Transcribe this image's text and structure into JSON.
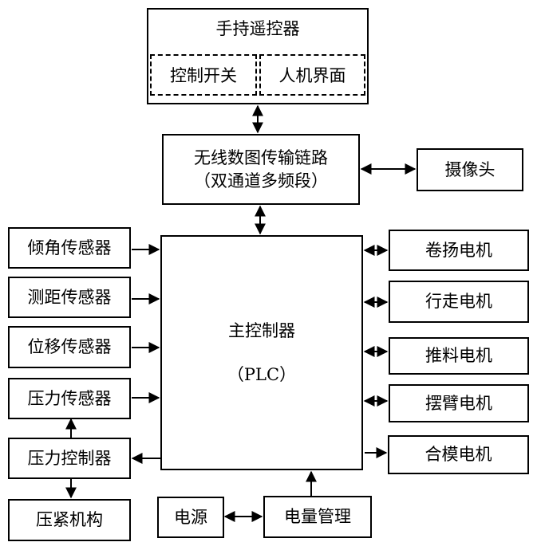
{
  "remote": {
    "title": "手持遥控器",
    "switch_label": "控制开关",
    "hmi_label": "人机界面"
  },
  "wireless": {
    "line1": "无线数图传输链路",
    "line2": "（双通道多频段）"
  },
  "camera": "摄像头",
  "sensors": {
    "tilt": "倾角传感器",
    "distance": "测距传感器",
    "displacement": "位移传感器",
    "pressure": "压力传感器"
  },
  "pressure_controller": "压力控制器",
  "clamping_mechanism": "压紧机构",
  "main_controller": {
    "title": "主控制器",
    "subtitle": "（PLC）"
  },
  "motors": {
    "winch": "卷扬电机",
    "travel": "行走电机",
    "pusher": "推料电机",
    "swing_arm": "摆臂电机",
    "mold_close": "合模电机"
  },
  "power_supply": "电源",
  "power_management": "电量管理"
}
